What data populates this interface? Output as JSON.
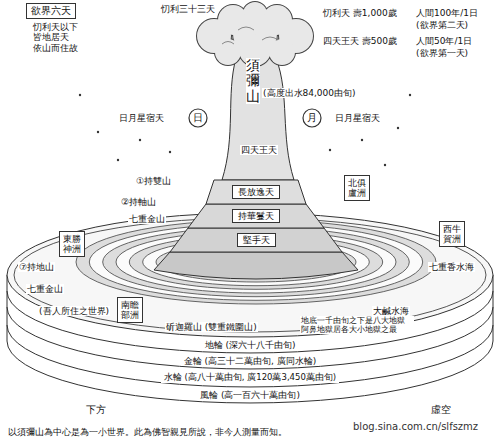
{
  "diagram": {
    "title": "欲界六天",
    "caption": "以須彌山為中心是為一小世界。此為佛智親見所說，非今人測量而知。",
    "nodes": [
      {
        "text": [
          "日"
        ]
      },
      {
        "text": [
          "月"
        ]
      },
      {
        "text": [
          "北俱盧洲"
        ]
      },
      {
        "text": [
          "長放逸天"
        ]
      },
      {
        "text": [
          "持華鬘天"
        ]
      },
      {
        "text": [
          "堅手天"
        ]
      },
      {
        "text": [
          "東勝神洲"
        ]
      },
      {
        "text": [
          "西牛賀洲"
        ]
      },
      {
        "text": [
          "南瞻部洲"
        ]
      },
      {
        "text": [
          "地輪 (深六十八千由旬)"
        ]
      },
      {
        "text": [
          "金輪 (高三十二萬由旬, 廣同水輪)"
        ]
      },
      {
        "text": [
          "水輪 (高八十萬由旬, 廣120萬3,450萬由旬)"
        ]
      },
      {
        "text": [
          "風輪 (高一百六十萬由旬)"
        ]
      }
    ],
    "labels": [
      "忉利天以下 皆地居天 依山而住故",
      "忉利三十三天",
      "忉利天 壽1,000歲",
      "人間100年/1日",
      "(欲界第二天)",
      "四天王天 壽500歲",
      "人間50年/1日",
      "(欲界第一天)",
      "須彌山",
      "(高度出水84,000由旬)",
      "日月星宿天",
      "日月星宿天",
      "四天王天",
      "①持雙山",
      "②持軸山",
      "七重金山",
      "⑦持地山",
      "七重金山",
      "七重香水海",
      "(吾人所住之世界)",
      "大鹹水海",
      "斫迦羅山 (雙重鐵圍山)",
      "地底一千由旬之下是八大地獄 阿鼻地獄居各大小地獄之最",
      "下方",
      "虛空",
      "blog.sina.com.cn/slfszmz"
    ]
  }
}
